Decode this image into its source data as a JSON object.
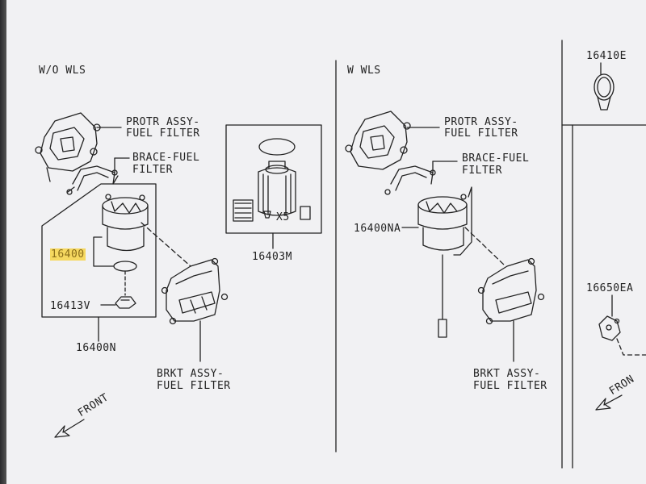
{
  "sections": {
    "left_title": "W/O WLS",
    "right_title": "W WLS"
  },
  "labels": {
    "protr_l1": "PROTR ASSY-",
    "protr_l2": "FUEL FILTER",
    "brace_l1": "BRACE-FUEL",
    "brace_l2": "FILTER",
    "part_16400": "16400",
    "part_16413v": "16413V",
    "part_16400n": "16400N",
    "part_16403m": "16403M",
    "qty_x5": "X5",
    "brkt_l1": "BRKT ASSY-",
    "brkt_l2": "FUEL FILTER",
    "front": "FRONT",
    "protr_r1": "PROTR ASSY-",
    "protr_r2": "FUEL FILTER",
    "brace_r1": "BRACE-FUEL",
    "brace_r2": "FILTER",
    "part_16400na": "16400NA",
    "brkt_r1": "BRKT ASSY-",
    "brkt_r2": "FUEL FILTER",
    "part_16410e": "16410E",
    "part_16650ea": "16650EA",
    "front_right": "FRON"
  },
  "colors": {
    "highlight": "#f6d860",
    "line": "#222222",
    "paper": "#f1f1f3"
  }
}
